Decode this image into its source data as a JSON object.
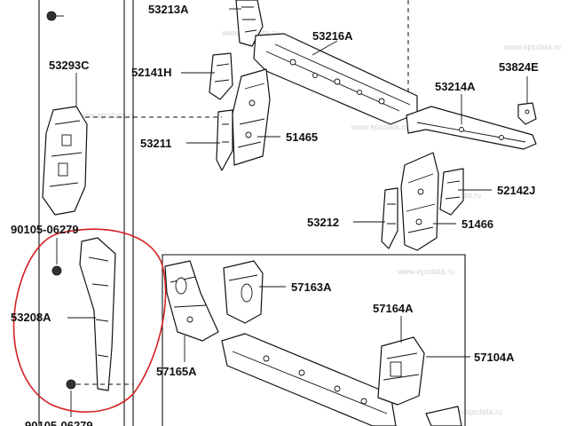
{
  "labels": {
    "p53213A": "53213A",
    "p53216A": "53216A",
    "p53293C": "53293C",
    "p52141H": "52141H",
    "p53824E": "53824E",
    "p53214A": "53214A",
    "p53211": "53211",
    "p51465": "51465",
    "p52142J": "52142J",
    "p53212": "53212",
    "p51466": "51466",
    "p90105_top": "90105-06279",
    "p53208A": "53208A",
    "p57163A": "57163A",
    "p57164A": "57164A",
    "p57104A": "57104A",
    "p57165A": "57165A",
    "p90105_bottom": "90105-06279"
  },
  "watermark": "www.epcdata.ru",
  "colors": {
    "ink": "#111111",
    "annotation": "#d42020",
    "watermark": "#d4d4d4"
  }
}
